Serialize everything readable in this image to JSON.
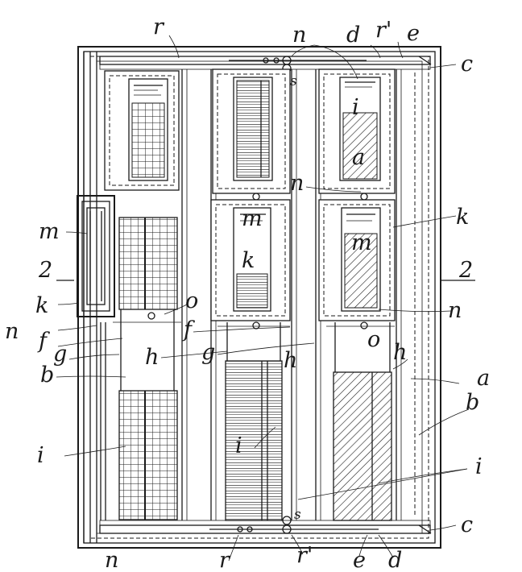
{
  "labels": {
    "r_top": "r",
    "n_top": "n",
    "d_top": "d",
    "r_prime_top": "r'",
    "e_top": "e",
    "c_top": "c",
    "s_top": "s",
    "i_top_right": "i",
    "a_top_right": "a",
    "n_mid_top": "n",
    "m_left": "m",
    "m_center": "m",
    "k_center": "k",
    "m_right": "m",
    "k_right": "k",
    "section_left": "2",
    "section_right": "2",
    "k_left": "k",
    "n_left": "n",
    "o_left": "o",
    "f_left": "f",
    "g_left": "g",
    "f_center": "f",
    "n_right_mid": "n",
    "o_right": "o",
    "h_left": "h",
    "g_center": "g",
    "h_center": "h",
    "h_right": "h",
    "a_right": "a",
    "b_left": "b",
    "b_right": "b",
    "i_left": "i",
    "i_center": "i",
    "i_right": "i",
    "c_bottom": "c",
    "s_bottom": "s",
    "n_bottom": "n",
    "r_bottom": "r",
    "r_prime_bottom": "r'",
    "e_bottom": "e",
    "d_bottom": "d"
  }
}
